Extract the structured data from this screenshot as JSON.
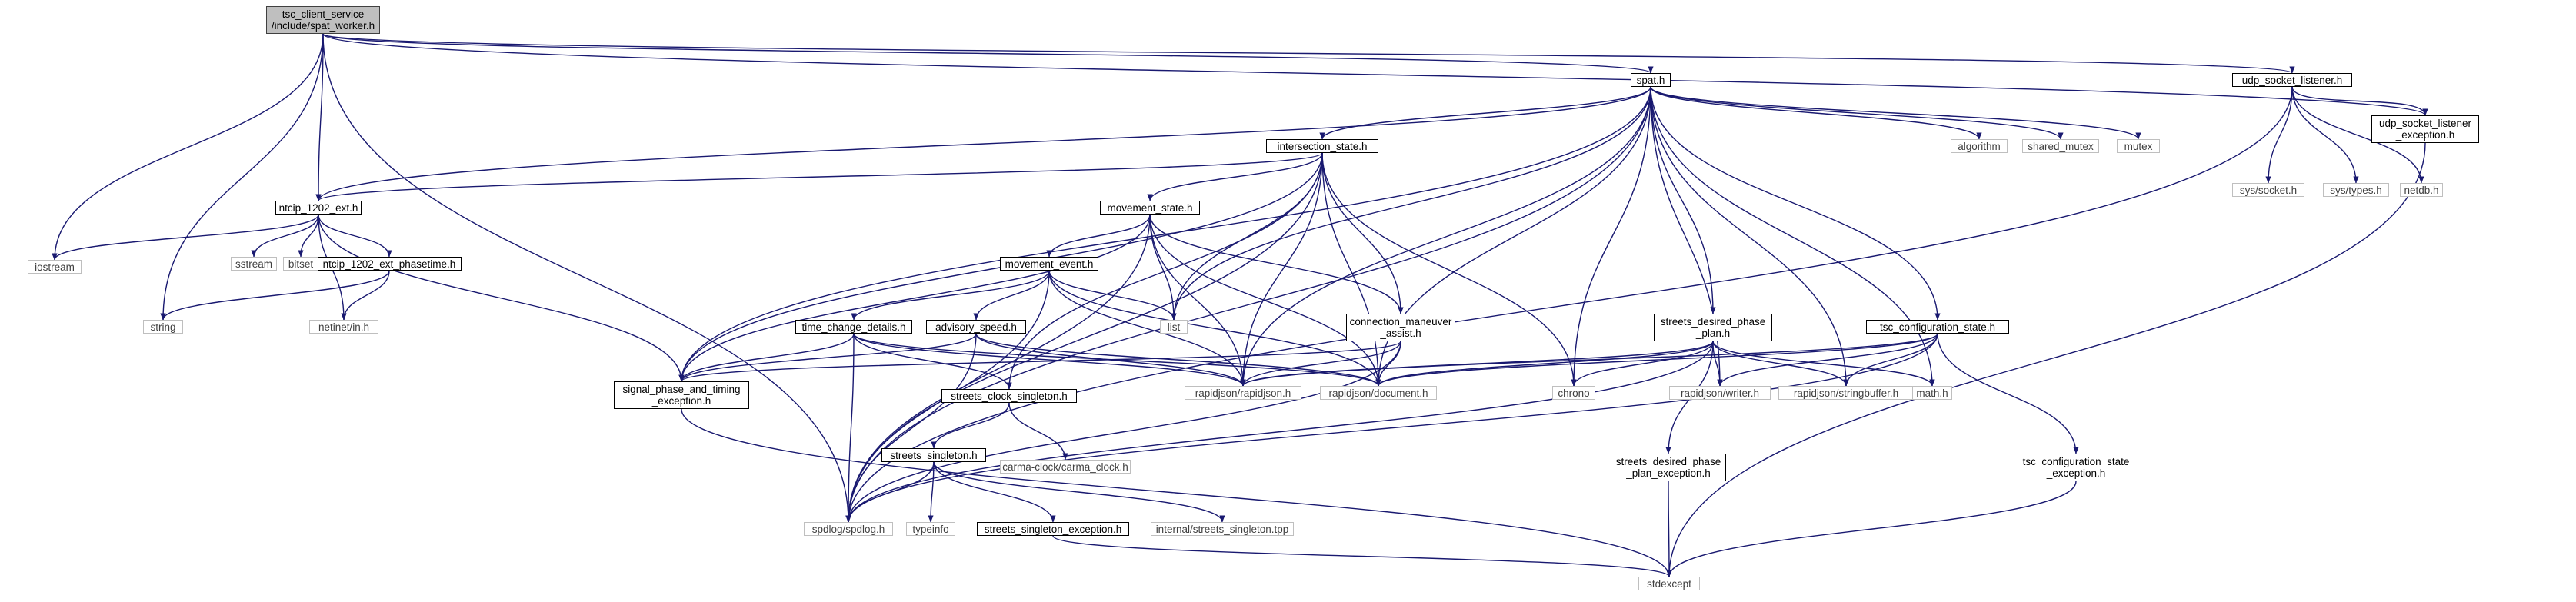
{
  "diagram": {
    "type": "include-dependency-graph",
    "nodes": [
      {
        "id": "spat_worker",
        "lines": [
          "tsc_client_service",
          "/include/spat_worker.h"
        ],
        "kind": "root"
      },
      {
        "id": "spat",
        "lines": [
          "spat.h"
        ],
        "kind": "local"
      },
      {
        "id": "udp_socket_listener",
        "lines": [
          "udp_socket_listener.h"
        ],
        "kind": "local"
      },
      {
        "id": "udp_socket_listener_exception",
        "lines": [
          "udp_socket_listener",
          "_exception.h"
        ],
        "kind": "local"
      },
      {
        "id": "intersection_state",
        "lines": [
          "intersection_state.h"
        ],
        "kind": "local"
      },
      {
        "id": "ntcip_1202_ext",
        "lines": [
          "ntcip_1202_ext.h"
        ],
        "kind": "local"
      },
      {
        "id": "movement_state",
        "lines": [
          "movement_state.h"
        ],
        "kind": "local"
      },
      {
        "id": "movement_event",
        "lines": [
          "movement_event.h"
        ],
        "kind": "local"
      },
      {
        "id": "ntcip_1202_ext_phasetime",
        "lines": [
          "ntcip_1202_ext_phasetime.h"
        ],
        "kind": "local"
      },
      {
        "id": "time_change_details",
        "lines": [
          "time_change_details.h"
        ],
        "kind": "local"
      },
      {
        "id": "advisory_speed",
        "lines": [
          "advisory_speed.h"
        ],
        "kind": "local"
      },
      {
        "id": "connection_maneuver_assist",
        "lines": [
          "connection_maneuver",
          "_assist.h"
        ],
        "kind": "local"
      },
      {
        "id": "streets_desired_phase_plan",
        "lines": [
          "streets_desired_phase",
          "_plan.h"
        ],
        "kind": "local"
      },
      {
        "id": "tsc_configuration_state",
        "lines": [
          "tsc_configuration_state.h"
        ],
        "kind": "local"
      },
      {
        "id": "signal_phase_and_timing_exception",
        "lines": [
          "signal_phase_and_timing",
          "_exception.h"
        ],
        "kind": "local"
      },
      {
        "id": "streets_clock_singleton",
        "lines": [
          "streets_clock_singleton.h"
        ],
        "kind": "local"
      },
      {
        "id": "streets_singleton",
        "lines": [
          "streets_singleton.h"
        ],
        "kind": "local"
      },
      {
        "id": "streets_singleton_exception",
        "lines": [
          "streets_singleton_exception.h"
        ],
        "kind": "local"
      },
      {
        "id": "streets_desired_phase_plan_exception",
        "lines": [
          "streets_desired_phase",
          "_plan_exception.h"
        ],
        "kind": "local"
      },
      {
        "id": "tsc_configuration_state_exception",
        "lines": [
          "tsc_configuration_state",
          "_exception.h"
        ],
        "kind": "local"
      },
      {
        "id": "iostream",
        "lines": [
          "iostream"
        ],
        "kind": "system"
      },
      {
        "id": "sstream",
        "lines": [
          "sstream"
        ],
        "kind": "system"
      },
      {
        "id": "bitset",
        "lines": [
          "bitset"
        ],
        "kind": "system"
      },
      {
        "id": "string",
        "lines": [
          "string"
        ],
        "kind": "system"
      },
      {
        "id": "netinet_in",
        "lines": [
          "netinet/in.h"
        ],
        "kind": "system"
      },
      {
        "id": "list",
        "lines": [
          "list"
        ],
        "kind": "system"
      },
      {
        "id": "chrono",
        "lines": [
          "chrono"
        ],
        "kind": "system"
      },
      {
        "id": "algorithm",
        "lines": [
          "algorithm"
        ],
        "kind": "system"
      },
      {
        "id": "shared_mutex",
        "lines": [
          "shared_mutex"
        ],
        "kind": "system"
      },
      {
        "id": "mutex",
        "lines": [
          "mutex"
        ],
        "kind": "system"
      },
      {
        "id": "sys_socket",
        "lines": [
          "sys/socket.h"
        ],
        "kind": "system"
      },
      {
        "id": "sys_types",
        "lines": [
          "sys/types.h"
        ],
        "kind": "system"
      },
      {
        "id": "netdb",
        "lines": [
          "netdb.h"
        ],
        "kind": "system"
      },
      {
        "id": "rapidjson_rapidjson",
        "lines": [
          "rapidjson/rapidjson.h"
        ],
        "kind": "system"
      },
      {
        "id": "rapidjson_document",
        "lines": [
          "rapidjson/document.h"
        ],
        "kind": "system"
      },
      {
        "id": "rapidjson_writer",
        "lines": [
          "rapidjson/writer.h"
        ],
        "kind": "system"
      },
      {
        "id": "rapidjson_stringbuffer",
        "lines": [
          "rapidjson/stringbuffer.h"
        ],
        "kind": "system"
      },
      {
        "id": "math",
        "lines": [
          "math.h"
        ],
        "kind": "system"
      },
      {
        "id": "carma_clock",
        "lines": [
          "carma-clock/carma_clock.h"
        ],
        "kind": "system"
      },
      {
        "id": "spdlog",
        "lines": [
          "spdlog/spdlog.h"
        ],
        "kind": "system"
      },
      {
        "id": "typeinfo",
        "lines": [
          "typeinfo"
        ],
        "kind": "system"
      },
      {
        "id": "streets_singleton_tpp",
        "lines": [
          "internal/streets_singleton.tpp"
        ],
        "kind": "system"
      },
      {
        "id": "stdexcept",
        "lines": [
          "stdexcept"
        ],
        "kind": "system"
      }
    ],
    "edges": [
      [
        "spat_worker",
        "spat"
      ],
      [
        "spat_worker",
        "udp_socket_listener"
      ],
      [
        "spat_worker",
        "udp_socket_listener_exception"
      ],
      [
        "spat_worker",
        "ntcip_1202_ext"
      ],
      [
        "spat_worker",
        "iostream"
      ],
      [
        "spat_worker",
        "string"
      ],
      [
        "spat_worker",
        "spdlog"
      ],
      [
        "spat",
        "intersection_state"
      ],
      [
        "spat",
        "ntcip_1202_ext"
      ],
      [
        "spat",
        "signal_phase_and_timing_exception"
      ],
      [
        "spat",
        "streets_desired_phase_plan"
      ],
      [
        "spat",
        "tsc_configuration_state"
      ],
      [
        "spat",
        "list"
      ],
      [
        "spat",
        "chrono"
      ],
      [
        "spat",
        "algorithm"
      ],
      [
        "spat",
        "shared_mutex"
      ],
      [
        "spat",
        "mutex"
      ],
      [
        "spat",
        "rapidjson_rapidjson"
      ],
      [
        "spat",
        "rapidjson_document"
      ],
      [
        "spat",
        "rapidjson_writer"
      ],
      [
        "spat",
        "rapidjson_stringbuffer"
      ],
      [
        "spat",
        "math"
      ],
      [
        "spat",
        "spdlog"
      ],
      [
        "udp_socket_listener",
        "udp_socket_listener_exception"
      ],
      [
        "udp_socket_listener",
        "sys_socket"
      ],
      [
        "udp_socket_listener",
        "sys_types"
      ],
      [
        "udp_socket_listener",
        "netdb"
      ],
      [
        "udp_socket_listener",
        "spdlog"
      ],
      [
        "udp_socket_listener_exception",
        "stdexcept"
      ],
      [
        "intersection_state",
        "movement_state"
      ],
      [
        "intersection_state",
        "connection_maneuver_assist"
      ],
      [
        "intersection_state",
        "ntcip_1202_ext"
      ],
      [
        "intersection_state",
        "signal_phase_and_timing_exception"
      ],
      [
        "intersection_state",
        "streets_clock_singleton"
      ],
      [
        "intersection_state",
        "list"
      ],
      [
        "intersection_state",
        "chrono"
      ],
      [
        "intersection_state",
        "rapidjson_rapidjson"
      ],
      [
        "intersection_state",
        "rapidjson_document"
      ],
      [
        "intersection_state",
        "spdlog"
      ],
      [
        "ntcip_1202_ext",
        "ntcip_1202_ext_phasetime"
      ],
      [
        "ntcip_1202_ext",
        "iostream"
      ],
      [
        "ntcip_1202_ext",
        "sstream"
      ],
      [
        "ntcip_1202_ext",
        "bitset"
      ],
      [
        "ntcip_1202_ext",
        "netinet_in"
      ],
      [
        "ntcip_1202_ext",
        "signal_phase_and_timing_exception"
      ],
      [
        "ntcip_1202_ext_phasetime",
        "string"
      ],
      [
        "ntcip_1202_ext_phasetime",
        "netinet_in"
      ],
      [
        "movement_state",
        "movement_event"
      ],
      [
        "movement_state",
        "connection_maneuver_assist"
      ],
      [
        "movement_state",
        "signal_phase_and_timing_exception"
      ],
      [
        "movement_state",
        "list"
      ],
      [
        "movement_state",
        "rapidjson_rapidjson"
      ],
      [
        "movement_state",
        "rapidjson_document"
      ],
      [
        "movement_state",
        "spdlog"
      ],
      [
        "movement_event",
        "time_change_details"
      ],
      [
        "movement_event",
        "advisory_speed"
      ],
      [
        "movement_event",
        "list"
      ],
      [
        "movement_event",
        "rapidjson_rapidjson"
      ],
      [
        "movement_event",
        "rapidjson_document"
      ],
      [
        "movement_event",
        "spdlog"
      ],
      [
        "time_change_details",
        "signal_phase_and_timing_exception"
      ],
      [
        "time_change_details",
        "streets_clock_singleton"
      ],
      [
        "time_change_details",
        "rapidjson_rapidjson"
      ],
      [
        "time_change_details",
        "rapidjson_document"
      ],
      [
        "time_change_details",
        "spdlog"
      ],
      [
        "advisory_speed",
        "signal_phase_and_timing_exception"
      ],
      [
        "advisory_speed",
        "rapidjson_rapidjson"
      ],
      [
        "advisory_speed",
        "rapidjson_document"
      ],
      [
        "advisory_speed",
        "spdlog"
      ],
      [
        "connection_maneuver_assist",
        "signal_phase_and_timing_exception"
      ],
      [
        "connection_maneuver_assist",
        "rapidjson_rapidjson"
      ],
      [
        "connection_maneuver_assist",
        "rapidjson_document"
      ],
      [
        "connection_maneuver_assist",
        "spdlog"
      ],
      [
        "streets_desired_phase_plan",
        "streets_desired_phase_plan_exception"
      ],
      [
        "streets_desired_phase_plan",
        "chrono"
      ],
      [
        "streets_desired_phase_plan",
        "rapidjson_rapidjson"
      ],
      [
        "streets_desired_phase_plan",
        "rapidjson_document"
      ],
      [
        "streets_desired_phase_plan",
        "rapidjson_writer"
      ],
      [
        "streets_desired_phase_plan",
        "rapidjson_stringbuffer"
      ],
      [
        "streets_desired_phase_plan",
        "math"
      ],
      [
        "streets_desired_phase_plan",
        "spdlog"
      ],
      [
        "tsc_configuration_state",
        "tsc_configuration_state_exception"
      ],
      [
        "tsc_configuration_state",
        "rapidjson_rapidjson"
      ],
      [
        "tsc_configuration_state",
        "rapidjson_document"
      ],
      [
        "tsc_configuration_state",
        "rapidjson_writer"
      ],
      [
        "tsc_configuration_state",
        "rapidjson_stringbuffer"
      ],
      [
        "tsc_configuration_state",
        "spdlog"
      ],
      [
        "signal_phase_and_timing_exception",
        "stdexcept"
      ],
      [
        "streets_clock_singleton",
        "streets_singleton"
      ],
      [
        "streets_clock_singleton",
        "carma_clock"
      ],
      [
        "streets_singleton",
        "streets_singleton_exception"
      ],
      [
        "streets_singleton",
        "spdlog"
      ],
      [
        "streets_singleton",
        "typeinfo"
      ],
      [
        "streets_singleton",
        "streets_singleton_tpp"
      ],
      [
        "streets_singleton_exception",
        "stdexcept"
      ],
      [
        "streets_desired_phase_plan_exception",
        "stdexcept"
      ],
      [
        "tsc_configuration_state_exception",
        "stdexcept"
      ]
    ]
  },
  "colors": {
    "edge": "#191970",
    "local_border": "#000000",
    "system_border": "#bfbfbf",
    "root_fill": "#bfbfbf",
    "background": "#ffffff"
  }
}
